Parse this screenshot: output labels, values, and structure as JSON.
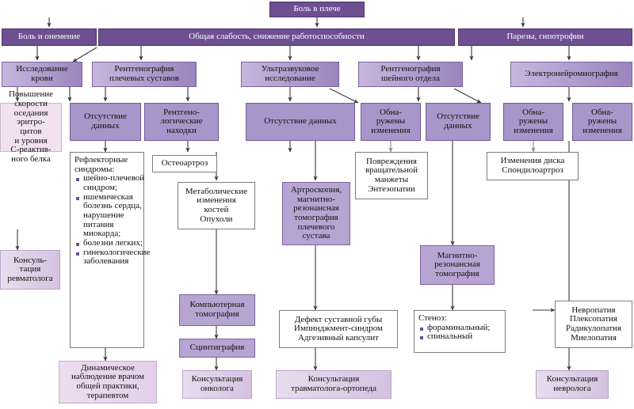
{
  "diagram": {
    "title": "Боль в плече",
    "type": "clinical-diagnostic-flowchart",
    "language": "ru",
    "colors": {
      "root_fill": "#6d4f92",
      "symptom_fill": "#6d4f92",
      "test_fill": "#b4a0d0",
      "result_fill": "#a895c9",
      "diagnosis_fill": "#ffffff",
      "procedure_fill": "#b7a4d2",
      "consult_fill": "#ddcce6",
      "lab_fill": "#f2e2f0",
      "bullet": "#6d4f92",
      "arrow": "#3a3a3a"
    }
  },
  "nodes": {
    "root": {
      "label": "Боль в плече"
    },
    "symptom_numbness": {
      "label": "Боль и онемение"
    },
    "symptom_weakness": {
      "label": "Общая слабость, снижение работоспособности"
    },
    "symptom_paresis": {
      "label": "Парезы, гипотрофии"
    },
    "test_blood": {
      "lines": [
        "Исследование",
        "крови"
      ]
    },
    "test_xray_shoulder": {
      "lines": [
        "Рентгенография",
        "плечевых суставов"
      ]
    },
    "test_ultrasound": {
      "lines": [
        "Ультразвуковое",
        "исследование"
      ]
    },
    "test_xray_cervical": {
      "lines": [
        "Рентгенография",
        "шейного отдела"
      ]
    },
    "test_emg": {
      "lines": [
        "Электронейромиография"
      ]
    },
    "res_esr": {
      "lines": [
        "Повышение",
        "скорости",
        "оседания",
        "эритро-",
        "цитов",
        "и уровня",
        "С-реактив-",
        "ного белка"
      ]
    },
    "res_nodata_xray": {
      "lines": [
        "Отсутствие",
        "данных"
      ]
    },
    "res_xray_findings": {
      "lines": [
        "Рентгено-",
        "логические",
        "находки"
      ]
    },
    "res_nodata_us": {
      "lines": [
        "Отсутствие данных"
      ]
    },
    "res_changes_us": {
      "lines": [
        "Обна-",
        "ружены",
        "изменения"
      ]
    },
    "res_nodata_cerv": {
      "lines": [
        "Отсутствие",
        "данных"
      ]
    },
    "res_changes_cerv": {
      "lines": [
        "Обна-",
        "ружены",
        "изменения"
      ]
    },
    "res_changes_emg": {
      "lines": [
        "Обна-",
        "ружены",
        "изменения"
      ]
    },
    "reflex_syndromes": {
      "lead": "Рефлекторные синдромы:",
      "items": [
        "шейно-плечевой синдром;",
        "ишемическая болезнь сердца, нарушение питания миокарда;",
        "болезни легких;",
        "гинекологические заболевания"
      ]
    },
    "diag_osteoarthrosis": {
      "lines": [
        "Остеоартроз"
      ]
    },
    "diag_metabolic": {
      "lines": [
        "Метаболические",
        "изменения",
        "костей",
        "Опухоли"
      ]
    },
    "proc_arthroscopy": {
      "lines": [
        "Артроскопия,",
        "магнитно-",
        "резонансная",
        "томография",
        "плечевого",
        "сустава"
      ]
    },
    "diag_cuff": {
      "lines": [
        "Повреждения",
        "вращательной",
        "манжеты",
        "Энтезопатии"
      ]
    },
    "diag_disc": {
      "lines": [
        "Изменения диска",
        "Спондилоартроз"
      ]
    },
    "proc_mri": {
      "lines": [
        "Магнитно-",
        "резонансная",
        "томография"
      ]
    },
    "proc_ct": {
      "lines": [
        "Компьютерная",
        "томография"
      ]
    },
    "proc_scinti": {
      "lines": [
        "Сцинтиграфия"
      ]
    },
    "diag_labrum": {
      "lines": [
        "Дефект суставной губы",
        "Импинджмент-синдром",
        "Адгезивный капсулит"
      ]
    },
    "diag_stenosis": {
      "lead": "Стеноз:",
      "items": [
        "фораминальный;",
        "спинальный"
      ]
    },
    "diag_neuro": {
      "lines": [
        "Невропатия",
        "Плексопатия",
        "Радикулопатия",
        "Миелопатия"
      ]
    },
    "cons_rheum": {
      "lines": [
        "Консуль-",
        "тация",
        "ревматолога"
      ]
    },
    "cons_watch": {
      "lines": [
        "Динамическое",
        "наблюдение врачом",
        "общей практики,",
        "терапевтом"
      ]
    },
    "cons_onco": {
      "lines": [
        "Консультация",
        "онколога"
      ]
    },
    "cons_ortho": {
      "lines": [
        "Консультация",
        "травматолога-ортопеда"
      ]
    },
    "cons_neuro": {
      "lines": [
        "Консультация",
        "невролога"
      ]
    }
  }
}
